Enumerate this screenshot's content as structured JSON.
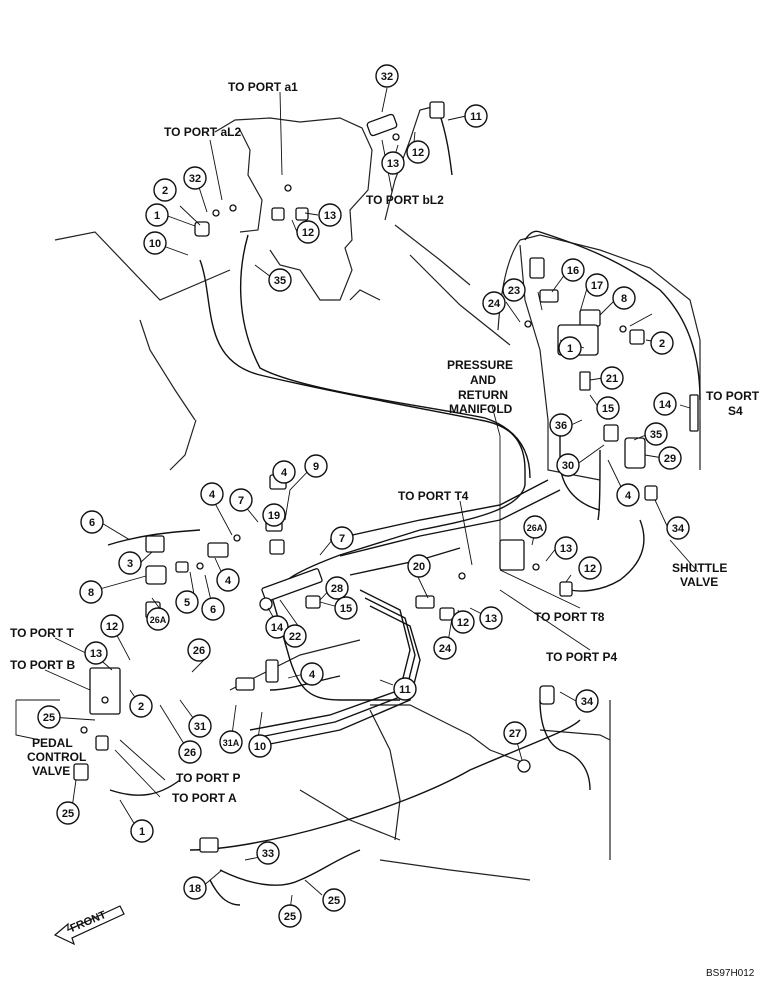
{
  "labels": {
    "port_a1": "TO PORT a1",
    "port_al2": "TO PORT aL2",
    "port_bl2": "TO PORT bL2",
    "port_s4_1": "TO PORT",
    "port_s4_2": "S4",
    "manifold_1": "PRESSURE",
    "manifold_2": "AND",
    "manifold_3": "RETURN",
    "manifold_4": "MANIFOLD",
    "port_t4": "TO PORT T4",
    "port_t8": "TO PORT T8",
    "port_p4": "TO PORT P4",
    "shuttle_1": "SHUTTLE",
    "shuttle_2": "VALVE",
    "port_t": "TO PORT T",
    "port_b": "TO PORT B",
    "pedal_1": "PEDAL",
    "pedal_2": "CONTROL",
    "pedal_3": "VALVE",
    "port_p": "TO PORT P",
    "port_a": "TO PORT A",
    "front": "FRONT",
    "code": "BS97H012"
  },
  "callouts": [
    "32",
    "11",
    "13",
    "12",
    "32",
    "2",
    "1",
    "13",
    "12",
    "10",
    "35",
    "16",
    "17",
    "23",
    "24",
    "8",
    "2",
    "1",
    "21",
    "15",
    "14",
    "36",
    "35",
    "29",
    "30",
    "4",
    "34",
    "4",
    "9",
    "4",
    "7",
    "6",
    "3",
    "4",
    "8",
    "5",
    "6",
    "7",
    "20",
    "26A",
    "13",
    "12",
    "28",
    "15",
    "14",
    "22",
    "24",
    "12",
    "13",
    "26",
    "12",
    "13",
    "26A",
    "4",
    "11",
    "25",
    "2",
    "31",
    "26",
    "31A",
    "10",
    "34",
    "27",
    "25",
    "1",
    "33",
    "18",
    "25",
    "25",
    "19"
  ]
}
